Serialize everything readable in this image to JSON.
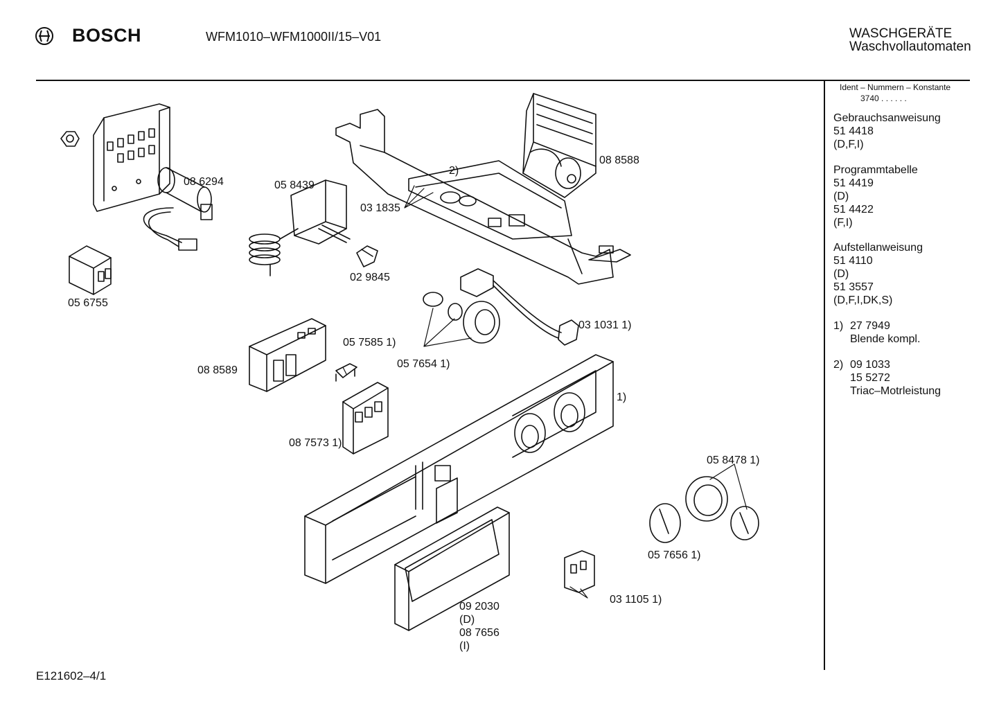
{
  "header": {
    "brand": "BOSCH",
    "model": "WFM1010–WFM1000II/15–V01",
    "category_line1": "WASCHGERÄTE",
    "category_line2": "Waschvollautomaten"
  },
  "sidebar": {
    "ident_title": "Ident – Nummern – Konstante",
    "ident_value": "3740  .  .    .  .  .  .",
    "groups": [
      {
        "title": "Gebrauchsanweisung",
        "lines": [
          "51 4418",
          "(D,F,I)"
        ]
      },
      {
        "title": "Programmtabelle",
        "lines": [
          "51 4419",
          "(D)",
          "51 4422",
          "(F,I)"
        ]
      },
      {
        "title": "Aufstellanweisung",
        "lines": [
          "51 4110",
          "(D)",
          "51 3557",
          "(D,F,I,DK,S)"
        ]
      }
    ],
    "notes": [
      {
        "marker": "1)",
        "lines": [
          "27 7949",
          "Blende kompl."
        ]
      },
      {
        "marker": "2)",
        "lines": [
          "09 1033",
          "15 5272",
          "Triac–Motrleistung"
        ]
      }
    ]
  },
  "parts": [
    {
      "id": "p1",
      "label": "08 6294"
    },
    {
      "id": "p2",
      "label": "05 8439"
    },
    {
      "id": "p3",
      "label": "03 1835"
    },
    {
      "id": "p4",
      "label": "2)"
    },
    {
      "id": "p5",
      "label": "08 8588"
    },
    {
      "id": "p6",
      "label": "05 6755"
    },
    {
      "id": "p7",
      "label": "02 9845"
    },
    {
      "id": "p8",
      "label": "03 1031 1)"
    },
    {
      "id": "p9",
      "label": "05 7585 1)"
    },
    {
      "id": "p10",
      "label": "05 7654 1)"
    },
    {
      "id": "p11",
      "label": "08 8589"
    },
    {
      "id": "p12",
      "label": "1)"
    },
    {
      "id": "p13",
      "label": "08 7573 1)"
    },
    {
      "id": "p14",
      "label": "05 8478 1)"
    },
    {
      "id": "p15",
      "label": "05 7656 1)"
    },
    {
      "id": "p16",
      "label": "03 1105 1)"
    },
    {
      "id": "p17",
      "label": "09 2030"
    },
    {
      "id": "p18",
      "label": "(D)"
    },
    {
      "id": "p19",
      "label": "08 7656"
    },
    {
      "id": "p20",
      "label": "(I)"
    }
  ],
  "footer": {
    "drawing_id": "E121602–4/1"
  }
}
